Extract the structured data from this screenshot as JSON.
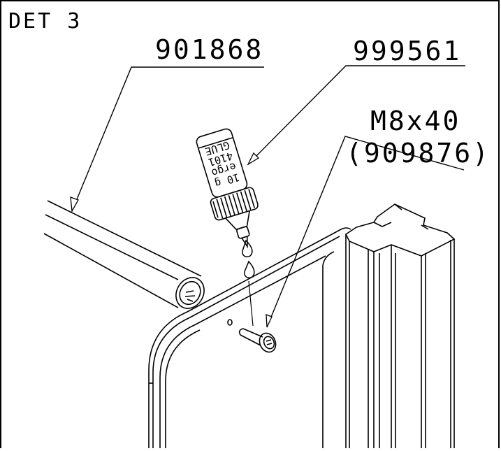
{
  "detail_label": "DET 3",
  "callouts": {
    "tube": "901868",
    "glue": "999561",
    "screw_size": "M8x40",
    "screw_part": "(909876)"
  },
  "bottle": {
    "product": "GLUE",
    "code": "4101",
    "brand": "ergo",
    "volume": "10 g"
  }
}
